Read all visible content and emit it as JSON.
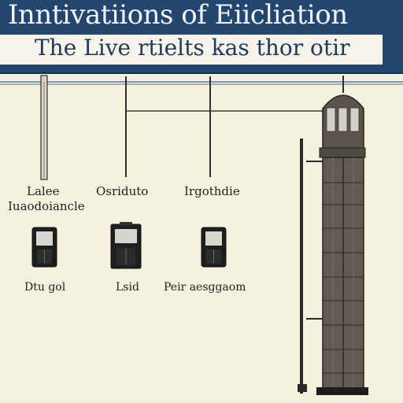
{
  "header": {
    "title_line_1": "Inntivatiions of Eiicliation",
    "title_line_2": "The Live rtielts kas thor otir"
  },
  "labels": {
    "top_left_line_1": "Lalee",
    "top_left_line_2": "Iuaodoiancle",
    "top_middle": "Osriduto",
    "top_right": "Irgothdie",
    "bottom_left": "Dtu gol",
    "bottom_middle": "Lsid",
    "bottom_right": "Peir aesggaom"
  },
  "colors": {
    "header_bg": "#23466f",
    "background": "#f4f1de",
    "line": "#2d2d2d",
    "building": "#58514b"
  }
}
